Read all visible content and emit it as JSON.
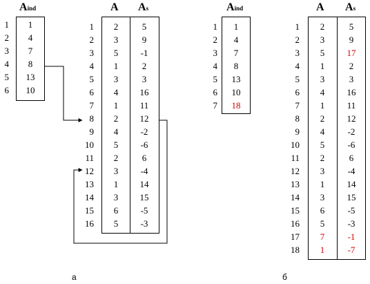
{
  "panel_a": {
    "label": "а",
    "index_table": {
      "header": "A",
      "header_sub": "ind",
      "row_numbers": [
        "1",
        "2",
        "3",
        "4",
        "5",
        "6"
      ],
      "values": [
        "1",
        "4",
        "7",
        "8",
        "13",
        "10"
      ]
    },
    "main_table": {
      "header_a": "A",
      "header_as": "A",
      "header_as_sub": "s",
      "row_numbers": [
        "1",
        "2",
        "3",
        "4",
        "5",
        "6",
        "7",
        "8",
        "9",
        "10",
        "11",
        "12",
        "13",
        "14",
        "15",
        "16"
      ],
      "a_values": [
        "2",
        "3",
        "5",
        "1",
        "3",
        "4",
        "1",
        "2",
        "4",
        "5",
        "2",
        "3",
        "1",
        "3",
        "6",
        "5"
      ],
      "as_values": [
        "5",
        "9",
        "-1",
        "2",
        "3",
        "16",
        "11",
        "12",
        "-2",
        "-6",
        "6",
        "-4",
        "14",
        "15",
        "-5",
        "-3"
      ]
    }
  },
  "panel_b": {
    "label": "б",
    "index_table": {
      "header": "A",
      "header_sub": "ind",
      "row_numbers": [
        "1",
        "2",
        "3",
        "4",
        "5",
        "6",
        "7"
      ],
      "values": [
        "1",
        "4",
        "7",
        "8",
        "13",
        "10",
        "18"
      ],
      "highlight_rows": [
        6
      ]
    },
    "main_table": {
      "header_a": "A",
      "header_as": "A",
      "header_as_sub": "s",
      "row_numbers": [
        "1",
        "2",
        "3",
        "4",
        "5",
        "6",
        "7",
        "8",
        "9",
        "10",
        "11",
        "12",
        "13",
        "14",
        "15",
        "16",
        "17",
        "18"
      ],
      "a_values": [
        "2",
        "3",
        "5",
        "1",
        "3",
        "4",
        "1",
        "2",
        "4",
        "5",
        "2",
        "3",
        "1",
        "3",
        "6",
        "5",
        "7",
        "1"
      ],
      "as_values": [
        "5",
        "9",
        "17",
        "2",
        "3",
        "16",
        "11",
        "12",
        "-2",
        "-6",
        "6",
        "-4",
        "14",
        "15",
        "-5",
        "-3",
        "-1",
        "-7"
      ],
      "highlight_a_rows": [
        16,
        17
      ],
      "highlight_as_rows": [
        2,
        16,
        17
      ]
    }
  },
  "colors": {
    "highlight": "#cc0000",
    "line": "#000000"
  }
}
